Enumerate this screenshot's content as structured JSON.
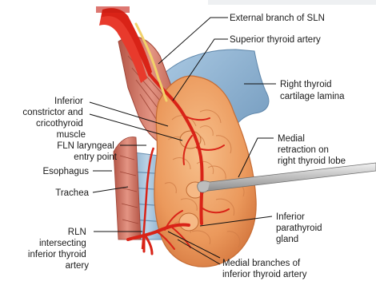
{
  "labels": {
    "external_branch_sln": "External branch of SLN",
    "superior_thyroid_artery": "Superior thyroid artery",
    "right_thyroid_cartilage": [
      "Right thyroid",
      "cartilage lamina"
    ],
    "inferior_constrictor": [
      "Inferior",
      "constrictor and",
      "cricothyroid",
      "muscle"
    ],
    "fln_entry": [
      "FLN laryngeal",
      "entry point"
    ],
    "esophagus": "Esophagus",
    "trachea": "Trachea",
    "medial_retraction": [
      "Medial",
      "retraction on",
      "right thyroid lobe"
    ],
    "rln_intersecting": [
      "RLN",
      "intersecting",
      "inferior thyroid",
      "artery"
    ],
    "inferior_parathyroid": [
      "Inferior",
      "parathyroid",
      "gland"
    ],
    "medial_branches": [
      "Medial branches of",
      "inferior thyroid artery"
    ]
  },
  "colors": {
    "cartilage": "#8fb5d4",
    "muscle": "#c96c5d",
    "thyroid": "#f1a46b",
    "artery": "#d92317",
    "nerve": "#f2d26a",
    "background": "#ffffff"
  }
}
